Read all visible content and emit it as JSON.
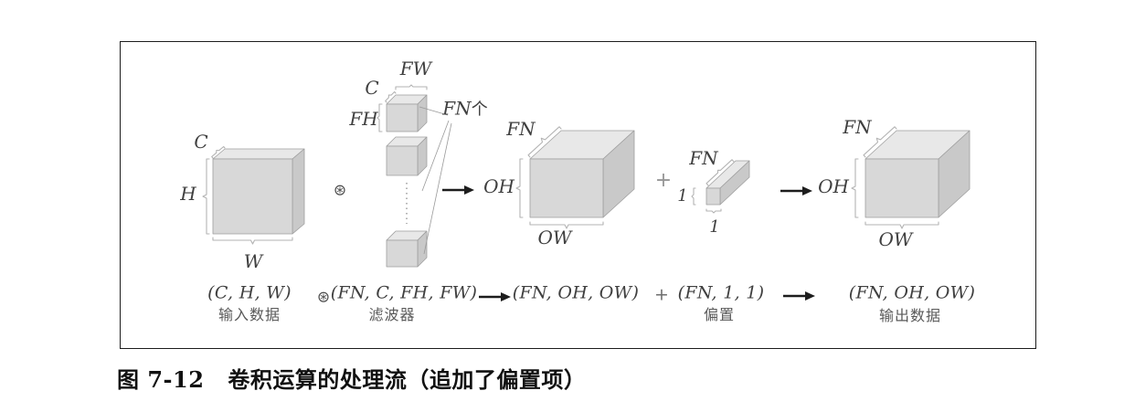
{
  "colors": {
    "cube_top": "#e8e8e8",
    "cube_front": "#d8d8d8",
    "cube_side": "#c9c9c9",
    "cube_edge": "#9f9f9f",
    "brace": "#b3b3b3",
    "arrow": "#1d1d1d",
    "math_text": "#3f3f3f",
    "cjk_text": "#595959",
    "op_gray": "#969696"
  },
  "diagram": {
    "input_cube": {
      "c": "C",
      "h": "H",
      "w": "W"
    },
    "conv_op": "⊛",
    "filter_stack": {
      "fw": "FW",
      "c": "C",
      "fh": "FH",
      "count_value": "FN",
      "count_unit": "个"
    },
    "conv_result_cube": {
      "fn": "FN",
      "oh": "OH",
      "ow": "OW"
    },
    "plus": "+",
    "bias_block": {
      "fn": "FN",
      "h": "1",
      "w": "1"
    },
    "output_cube": {
      "fn": "FN",
      "oh": "OH",
      "ow": "OW"
    }
  },
  "formula": {
    "input_shape": "(C, H, W)",
    "input_label": "输入数据",
    "conv_op": "⊛",
    "filter_shape": "(FN, C, FH, FW)",
    "filter_label": "滤波器",
    "conv_result_shape": "(FN, OH, OW)",
    "plus": "+",
    "bias_shape": "(FN, 1, 1)",
    "bias_label": "偏置",
    "output_shape": "(FN, OH, OW)",
    "output_label": "输出数据"
  },
  "caption": {
    "number": "图 7-12",
    "title": "卷积运算的处理流（追加了偏置项）"
  }
}
